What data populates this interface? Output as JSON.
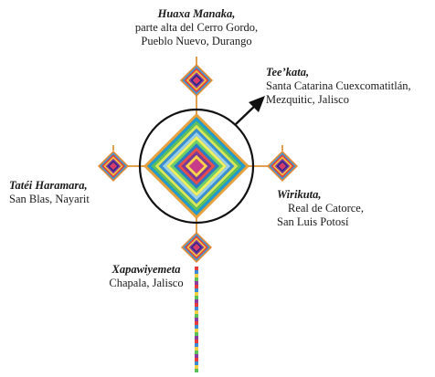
{
  "diagram": {
    "north": {
      "name": "Huaxa Manaka,",
      "lines": [
        "parte alta del Cerro Gordo,",
        "Pueblo Nuevo, Durango"
      ]
    },
    "northeast": {
      "name": "Tee’kata,",
      "lines": [
        "Santa Catarina Cuexcomatitlán,",
        "Mezquitic, Jalisco"
      ]
    },
    "west": {
      "name": "Tatéi Haramara,",
      "lines": [
        "San Blas, Nayarit"
      ]
    },
    "east": {
      "name": "Wirikuta,",
      "lines": [
        "Real de Catorce,",
        "San Luis Potosí"
      ]
    },
    "south": {
      "name": "Xapawiyemeta",
      "lines": [
        "Chapala, Jalisco"
      ]
    }
  },
  "colors": {
    "stick": "#e0a050",
    "circle": "#111111",
    "arrow": "#111111",
    "ojo_bands": [
      "#e8a23a",
      "#1f9bd6",
      "#5cc060",
      "#d8e85a",
      "#3a8fd0",
      "#9ad0e8",
      "#f0f060",
      "#6bd06b",
      "#2a7dc8",
      "#e85050",
      "#7a3a9a",
      "#ffd24d",
      "#c83a8a"
    ],
    "small_ojo_bands": [
      "#e88a30",
      "#3a9ad8",
      "#e83a3a",
      "#f0c840",
      "#8a3aa0",
      "#2a2a8a",
      "#d83a6a"
    ],
    "tail_stripes": [
      "#e83a3a",
      "#3a8ad8",
      "#f0d040",
      "#5ac05a",
      "#8a3aa0"
    ]
  }
}
